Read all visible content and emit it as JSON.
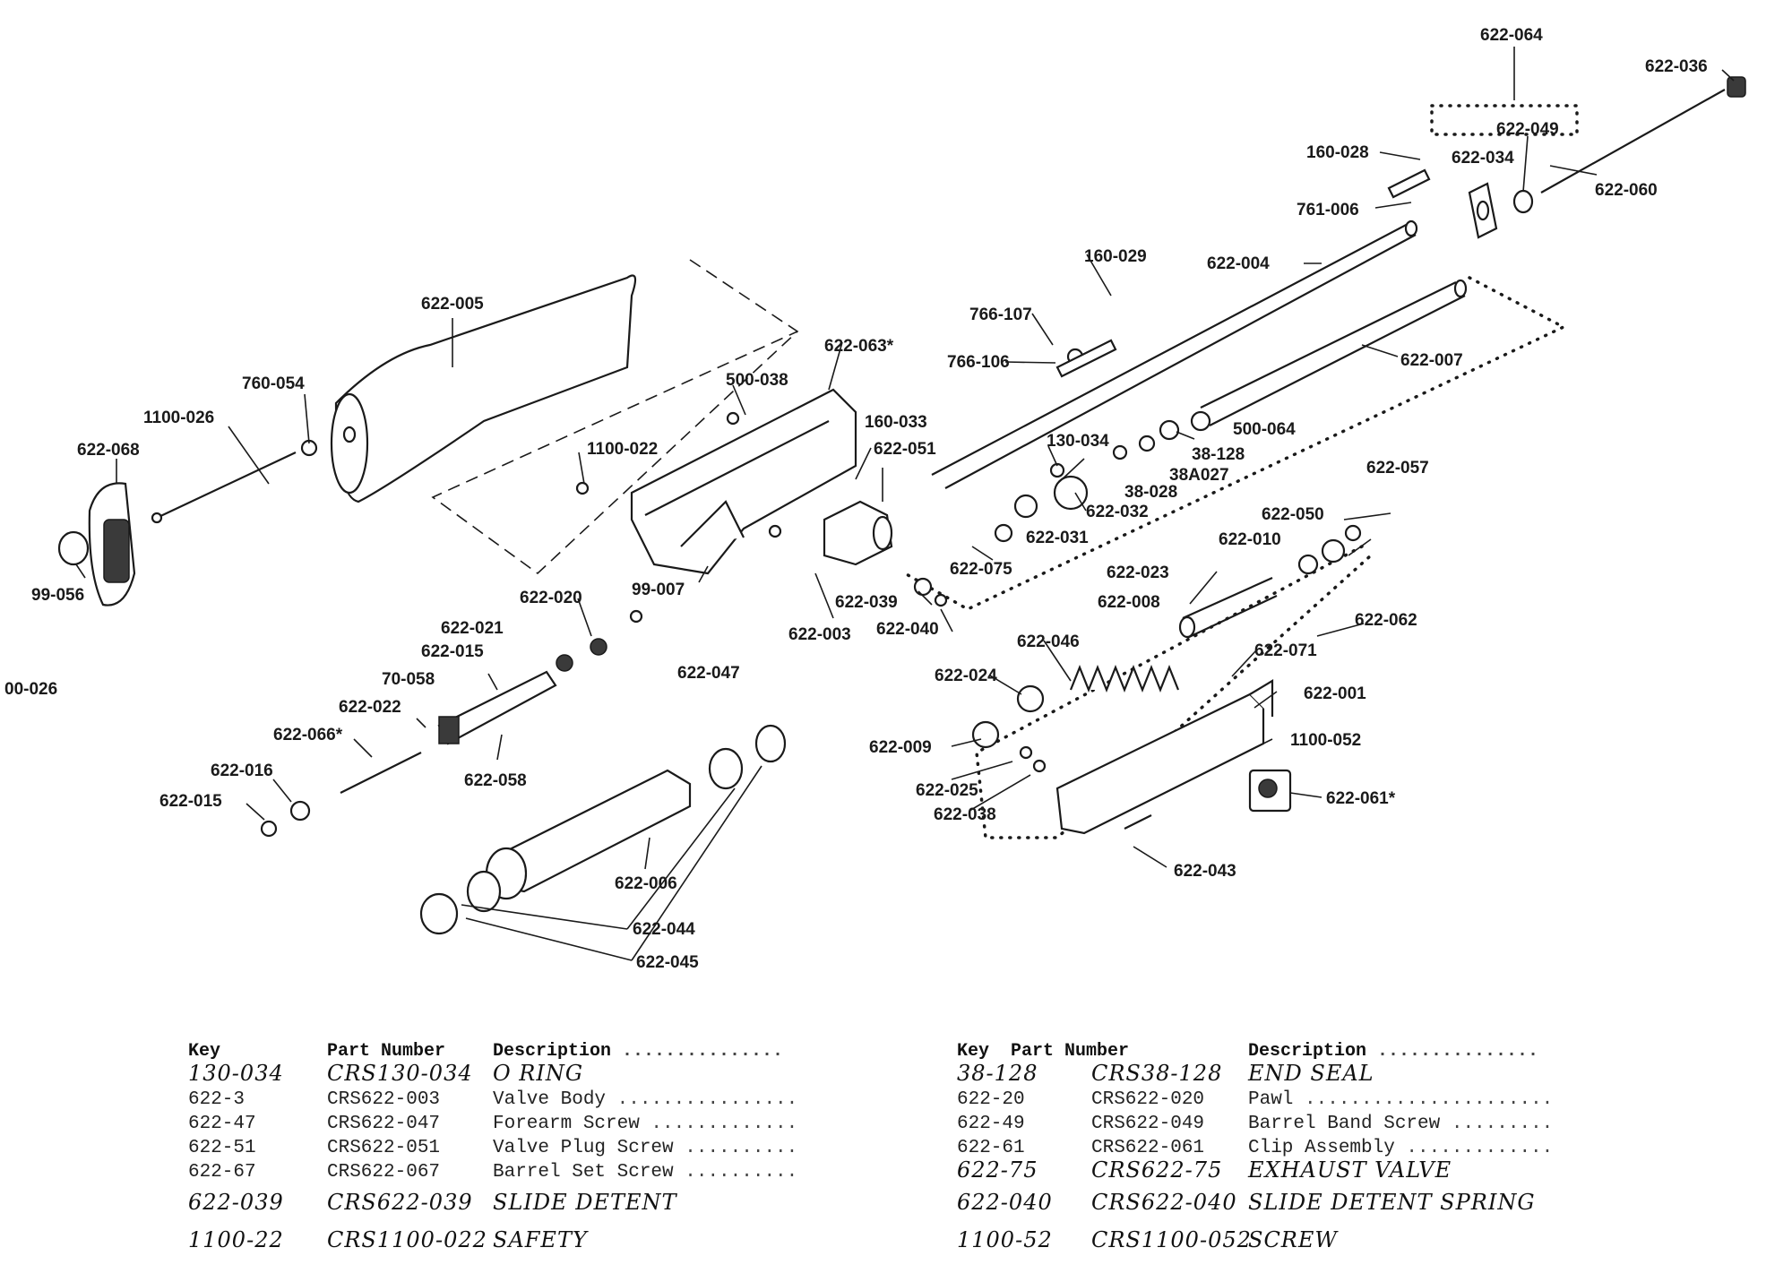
{
  "callouts": [
    {
      "id": "622-064",
      "text": "622-064"
    },
    {
      "id": "622-036",
      "text": "622-036"
    },
    {
      "id": "622-049",
      "text": "622-049"
    },
    {
      "id": "160-028",
      "text": "160-028"
    },
    {
      "id": "622-034",
      "text": "622-034"
    },
    {
      "id": "622-060",
      "text": "622-060"
    },
    {
      "id": "761-006",
      "text": "761-006"
    },
    {
      "id": "622-004",
      "text": "622-004"
    },
    {
      "id": "160-029",
      "text": "160-029"
    },
    {
      "id": "766-107",
      "text": "766-107"
    },
    {
      "id": "766-106",
      "text": "766-106"
    },
    {
      "id": "622-007",
      "text": "622-007"
    },
    {
      "id": "622-005",
      "text": "622-005"
    },
    {
      "id": "622-063",
      "text": "622-063*"
    },
    {
      "id": "500-038",
      "text": "500-038"
    },
    {
      "id": "760-054",
      "text": "760-054"
    },
    {
      "id": "1100-026",
      "text": "1100-026"
    },
    {
      "id": "622-068",
      "text": "622-068"
    },
    {
      "id": "1100-022",
      "text": "1100-022"
    },
    {
      "id": "160-033",
      "text": "160-033"
    },
    {
      "id": "622-051",
      "text": "622-051"
    },
    {
      "id": "130-034",
      "text": "130-034"
    },
    {
      "id": "500-064",
      "text": "500-064"
    },
    {
      "id": "38-128",
      "text": "38-128"
    },
    {
      "id": "38A027",
      "text": "38A027"
    },
    {
      "id": "38-028",
      "text": "38-028"
    },
    {
      "id": "622-057",
      "text": "622-057"
    },
    {
      "id": "622-032",
      "text": "622-032"
    },
    {
      "id": "622-031",
      "text": "622-031"
    },
    {
      "id": "622-050",
      "text": "622-050"
    },
    {
      "id": "622-010",
      "text": "622-010"
    },
    {
      "id": "622-075",
      "text": "622-075"
    },
    {
      "id": "99-056",
      "text": "99-056"
    },
    {
      "id": "99-007",
      "text": "99-007"
    },
    {
      "id": "622-039",
      "text": "622-039"
    },
    {
      "id": "622-040",
      "text": "622-040"
    },
    {
      "id": "622-023",
      "text": "622-023"
    },
    {
      "id": "622-008",
      "text": "622-008"
    },
    {
      "id": "622-062",
      "text": "622-062"
    },
    {
      "id": "622-020",
      "text": "622-020"
    },
    {
      "id": "622-003",
      "text": "622-003"
    },
    {
      "id": "622-021",
      "text": "622-021"
    },
    {
      "id": "622-015a",
      "text": "622-015"
    },
    {
      "id": "622-047",
      "text": "622-047"
    },
    {
      "id": "622-046",
      "text": "622-046"
    },
    {
      "id": "622-071",
      "text": "622-071"
    },
    {
      "id": "70-058",
      "text": "70-058"
    },
    {
      "id": "00-026",
      "text": "00-026"
    },
    {
      "id": "622-024",
      "text": "622-024"
    },
    {
      "id": "622-001",
      "text": "622-001"
    },
    {
      "id": "622-022",
      "text": "622-022"
    },
    {
      "id": "1100-052",
      "text": "1100-052"
    },
    {
      "id": "622-066",
      "text": "622-066*"
    },
    {
      "id": "622-009",
      "text": "622-009"
    },
    {
      "id": "622-058",
      "text": "622-058"
    },
    {
      "id": "622-016",
      "text": "622-016"
    },
    {
      "id": "622-061",
      "text": "622-061*"
    },
    {
      "id": "622-025",
      "text": "622-025"
    },
    {
      "id": "622-015b",
      "text": "622-015"
    },
    {
      "id": "622-038",
      "text": "622-038"
    },
    {
      "id": "622-006",
      "text": "622-006"
    },
    {
      "id": "622-043",
      "text": "622-043"
    },
    {
      "id": "622-044",
      "text": "622-044"
    },
    {
      "id": "622-045",
      "text": "622-045"
    }
  ],
  "table_left": {
    "headers": {
      "key": "Key",
      "part": "Part Number",
      "desc": "Description"
    },
    "rows": [
      {
        "key": "130-034",
        "part": "CRS130-034",
        "desc": "O RING",
        "hand": true
      },
      {
        "key": "622-3",
        "part": "CRS622-003",
        "desc": "Valve Body",
        "hand": false
      },
      {
        "key": "622-47",
        "part": "CRS622-047",
        "desc": "Forearm Screw",
        "hand": false
      },
      {
        "key": "622-51",
        "part": "CRS622-051",
        "desc": "Valve Plug Screw",
        "hand": false
      },
      {
        "key": "622-67",
        "part": "CRS622-067",
        "desc": "Barrel Set Screw",
        "hand": false
      },
      {
        "key": "622-039",
        "part": "CRS622-039",
        "desc": "SLIDE DETENT",
        "hand": true
      },
      {
        "key": "1100-22",
        "part": "CRS1100-022",
        "desc": "SAFETY",
        "hand": true
      }
    ]
  },
  "table_right": {
    "headers": {
      "key": "Key",
      "part": "Part Number",
      "desc": "Description"
    },
    "rows": [
      {
        "key": "38-128",
        "part": "CRS38-128",
        "desc": "END SEAL",
        "hand": true
      },
      {
        "key": "622-20",
        "part": "CRS622-020",
        "desc": "Pawl",
        "hand": false
      },
      {
        "key": "622-49",
        "part": "CRS622-049",
        "desc": "Barrel Band Screw",
        "hand": false
      },
      {
        "key": "622-61",
        "part": "CRS622-061",
        "desc": "Clip Assembly",
        "hand": false
      },
      {
        "key": "622-75",
        "part": "CRS622-75",
        "desc": "EXHAUST VALVE",
        "hand": true
      },
      {
        "key": "622-040",
        "part": "CRS622-040",
        "desc": "SLIDE DETENT SPRING",
        "hand": true
      },
      {
        "key": "1100-52",
        "part": "CRS1100-052",
        "desc": "SCREW",
        "hand": true
      }
    ]
  }
}
